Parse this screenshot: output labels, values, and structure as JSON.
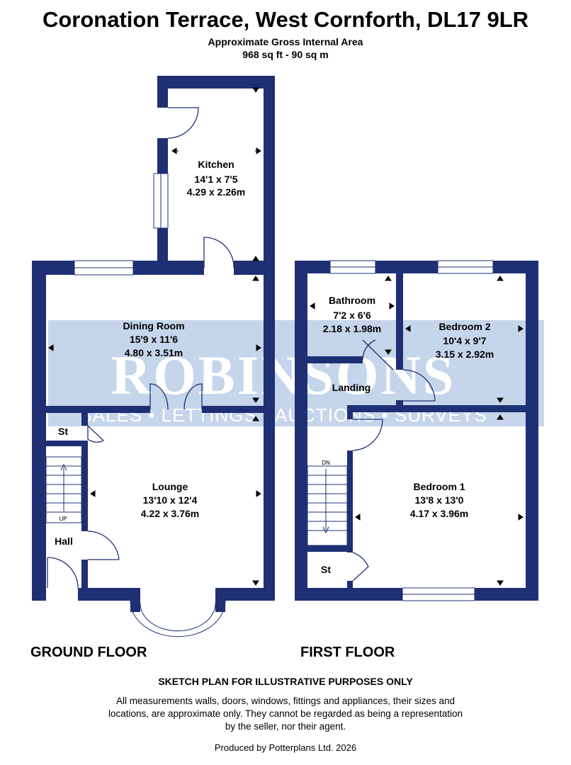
{
  "header": {
    "address": "Coronation Terrace, West Cornforth, DL17 9LR",
    "area_label": "Approximate Gross Internal Area",
    "area_value": "968 sq ft - 90 sq m"
  },
  "watermark": {
    "name": "ROBINSONS",
    "services": "SALES • LETTINGS • AUCTIONS • SURVEYS"
  },
  "ground_floor": {
    "label": "GROUND FLOOR",
    "rooms": {
      "kitchen": {
        "name": "Kitchen",
        "imperial": "14'1 x 7'5",
        "metric": "4.29 x 2.26m"
      },
      "dining": {
        "name": "Dining Room",
        "imperial": "15'9 x 11'6",
        "metric": "4.80 x 3.51m"
      },
      "lounge": {
        "name": "Lounge",
        "imperial": "13'10 x 12'4",
        "metric": "4.22 x 3.76m"
      },
      "store": {
        "name": "St"
      },
      "hall": {
        "name": "Hall"
      }
    },
    "stairs_label": "UP"
  },
  "first_floor": {
    "label": "FIRST FLOOR",
    "rooms": {
      "bathroom": {
        "name": "Bathroom",
        "imperial": "7'2 x 6'6",
        "metric": "2.18 x 1.98m"
      },
      "bedroom2": {
        "name": "Bedroom 2",
        "imperial": "10'4 x 9'7",
        "metric": "3.15 x 2.92m"
      },
      "landing": {
        "name": "Landing"
      },
      "bedroom1": {
        "name": "Bedroom 1",
        "imperial": "13'8 x 13'0",
        "metric": "4.17 x 3.96m"
      },
      "store": {
        "name": "St"
      }
    },
    "stairs_label": "DN"
  },
  "footer": {
    "sketch_note": "SKETCH PLAN FOR ILLUSTRATIVE PURPOSES ONLY",
    "disclaimer": "All measurements walls, doors, windows, fittings and appliances, their sizes and locations, are approximate only. They cannot be regarded as being a representation by the seller, nor their agent.",
    "produced_by": "Produced by Potterplans Ltd. 2026"
  },
  "colors": {
    "wall": "#1f2f74",
    "watermark": "#c5d5ea"
  }
}
